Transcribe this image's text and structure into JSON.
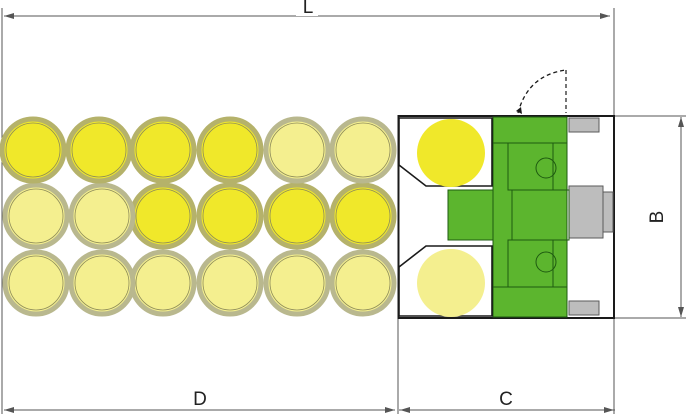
{
  "labels": {
    "overall_length": "L",
    "row_length": "D",
    "gripper_length": "C",
    "gripper_width": "B"
  },
  "colors": {
    "bright_yellow": "#f0e82a",
    "pale_yellow": "#f4ef8f",
    "ring_bright": "#b5b26a",
    "ring_pale": "#b9b88e",
    "green_body": "#5cb52e",
    "green_dark": "#1e5a10",
    "gray_part": "#bdbdbd",
    "outline": "#1a1a1a",
    "dim_line": "#555555"
  },
  "arrangement": {
    "rows": [
      [
        "pale",
        "pale",
        "pale",
        "pale",
        "pale",
        "pale"
      ],
      [
        "bright",
        "bright",
        "bright",
        "bright",
        "pale",
        "pale"
      ],
      [
        "pale",
        "pale",
        "bright",
        "bright",
        "bright",
        "bright"
      ]
    ],
    "gripper_items": [
      "bright",
      "pale"
    ]
  }
}
